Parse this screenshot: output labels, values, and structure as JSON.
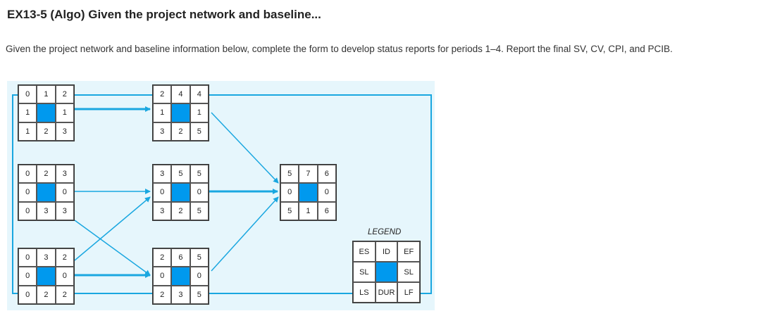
{
  "title": "EX13-5 (Algo) Given the project network and baseline...",
  "description": "Given the project network and baseline information below, complete the form to develop status reports for periods 1–4. Report the final SV, CV, CPI, and PCIB.",
  "nodes": [
    {
      "id": "1",
      "top": [
        "0",
        "1",
        "2"
      ],
      "mid": [
        "1",
        "",
        "1"
      ],
      "bottom": [
        "1",
        "2",
        "3"
      ]
    },
    {
      "id": "2",
      "top": [
        "0",
        "2",
        "3"
      ],
      "mid": [
        "0",
        "",
        "0"
      ],
      "bottom": [
        "0",
        "3",
        "3"
      ]
    },
    {
      "id": "3",
      "top": [
        "0",
        "3",
        "2"
      ],
      "mid": [
        "0",
        "",
        "0"
      ],
      "bottom": [
        "0",
        "2",
        "2"
      ]
    },
    {
      "id": "4",
      "top": [
        "2",
        "4",
        "4"
      ],
      "mid": [
        "1",
        "",
        "1"
      ],
      "bottom": [
        "3",
        "2",
        "5"
      ]
    },
    {
      "id": "5",
      "top": [
        "3",
        "5",
        "5"
      ],
      "mid": [
        "0",
        "",
        "0"
      ],
      "bottom": [
        "3",
        "2",
        "5"
      ]
    },
    {
      "id": "6",
      "top": [
        "2",
        "6",
        "5"
      ],
      "mid": [
        "0",
        "",
        "0"
      ],
      "bottom": [
        "2",
        "3",
        "5"
      ]
    },
    {
      "id": "7",
      "top": [
        "5",
        "7",
        "6"
      ],
      "mid": [
        "0",
        "",
        "0"
      ],
      "bottom": [
        "5",
        "1",
        "6"
      ]
    }
  ],
  "legend": {
    "title": "LEGEND",
    "top": [
      "ES",
      "ID",
      "EF"
    ],
    "mid": [
      "SL",
      "",
      "SL"
    ],
    "bottom": [
      "LS",
      "DUR",
      "LF"
    ]
  },
  "colors": {
    "background": "#e6f6fc",
    "line": "#1aa7e0",
    "critical": "#1aa7e0",
    "cell_fill": "#0099ee"
  }
}
